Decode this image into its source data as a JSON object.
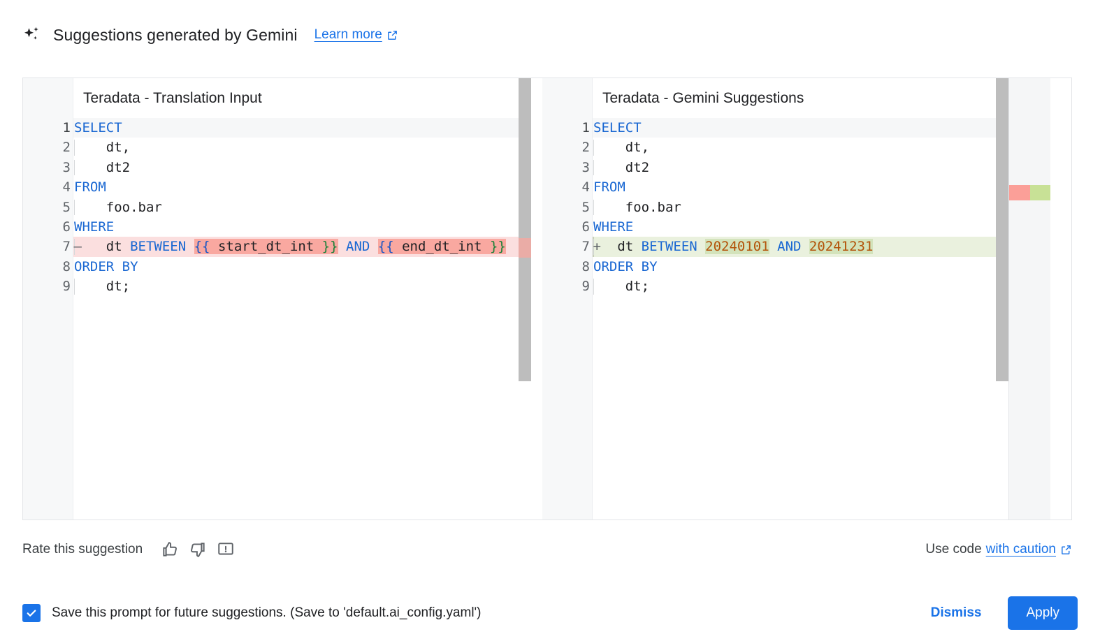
{
  "header": {
    "icon": "sparkle-icon",
    "title": "Suggestions generated by Gemini",
    "learn_more_label": "Learn more",
    "external_icon": "external-link-icon",
    "link_color": "#1a73e8"
  },
  "diff": {
    "left_pane": {
      "title": "Teradata - Translation Input",
      "lines": [
        {
          "n": "1",
          "sign": "",
          "type": "context",
          "tokens": [
            {
              "t": "SELECT",
              "c": "kw"
            }
          ]
        },
        {
          "n": "2",
          "sign": "",
          "type": "context",
          "tokens": [
            {
              "t": "    dt,",
              "c": "plain"
            }
          ]
        },
        {
          "n": "3",
          "sign": "",
          "type": "context",
          "tokens": [
            {
              "t": "    dt2",
              "c": "plain"
            }
          ]
        },
        {
          "n": "4",
          "sign": "",
          "type": "context",
          "tokens": [
            {
              "t": "FROM",
              "c": "kw"
            }
          ]
        },
        {
          "n": "5",
          "sign": "",
          "type": "context",
          "tokens": [
            {
              "t": "    foo.bar",
              "c": "plain"
            }
          ]
        },
        {
          "n": "6",
          "sign": "",
          "type": "context",
          "tokens": [
            {
              "t": "WHERE",
              "c": "kw"
            }
          ]
        },
        {
          "n": "7",
          "sign": "—",
          "type": "del",
          "tokens": [
            {
              "t": "    dt ",
              "c": "plain"
            },
            {
              "t": "BETWEEN",
              "c": "kw"
            },
            {
              "t": " ",
              "c": "plain"
            },
            {
              "t": "{{",
              "c": "brace hl-del"
            },
            {
              "t": " start_dt_int ",
              "c": "plain hl-del"
            },
            {
              "t": "}}",
              "c": "green hl-del"
            },
            {
              "t": " ",
              "c": "plain"
            },
            {
              "t": "AND",
              "c": "kw"
            },
            {
              "t": " ",
              "c": "plain"
            },
            {
              "t": "{{",
              "c": "brace hl-del"
            },
            {
              "t": " end_dt_int ",
              "c": "plain hl-del"
            },
            {
              "t": "}}",
              "c": "green hl-del"
            }
          ]
        },
        {
          "n": "8",
          "sign": "",
          "type": "context",
          "tokens": [
            {
              "t": "ORDER BY",
              "c": "kw"
            }
          ]
        },
        {
          "n": "9",
          "sign": "",
          "type": "context",
          "tokens": [
            {
              "t": "    dt;",
              "c": "plain"
            }
          ]
        }
      ]
    },
    "right_pane": {
      "title": "Teradata - Gemini Suggestions",
      "lines": [
        {
          "n": "1",
          "sign": "",
          "type": "context",
          "tokens": [
            {
              "t": "SELECT",
              "c": "kw"
            }
          ]
        },
        {
          "n": "2",
          "sign": "",
          "type": "context",
          "tokens": [
            {
              "t": "    dt,",
              "c": "plain"
            }
          ]
        },
        {
          "n": "3",
          "sign": "",
          "type": "context",
          "tokens": [
            {
              "t": "    dt2",
              "c": "plain"
            }
          ]
        },
        {
          "n": "4",
          "sign": "",
          "type": "context",
          "tokens": [
            {
              "t": "FROM",
              "c": "kw"
            }
          ]
        },
        {
          "n": "5",
          "sign": "",
          "type": "context",
          "tokens": [
            {
              "t": "    foo.bar",
              "c": "plain"
            }
          ]
        },
        {
          "n": "6",
          "sign": "",
          "type": "context",
          "tokens": [
            {
              "t": "WHERE",
              "c": "kw"
            }
          ]
        },
        {
          "n": "7",
          "sign": "+",
          "type": "add",
          "tokens": [
            {
              "t": "   dt ",
              "c": "plain"
            },
            {
              "t": "BETWEEN",
              "c": "kw"
            },
            {
              "t": " ",
              "c": "plain"
            },
            {
              "t": "20240101",
              "c": "num hl-add"
            },
            {
              "t": " ",
              "c": "plain"
            },
            {
              "t": "AND",
              "c": "kw"
            },
            {
              "t": " ",
              "c": "plain"
            },
            {
              "t": "20241231",
              "c": "num hl-add"
            }
          ]
        },
        {
          "n": "8",
          "sign": "",
          "type": "context",
          "tokens": [
            {
              "t": "ORDER BY",
              "c": "kw"
            }
          ]
        },
        {
          "n": "9",
          "sign": "",
          "type": "context",
          "tokens": [
            {
              "t": "    dt;",
              "c": "plain"
            }
          ]
        }
      ]
    },
    "colors": {
      "deleted_line_bg": "#fbdfdf",
      "deleted_token_bg": "#f9a8a0",
      "added_line_bg": "#eaf1de",
      "added_token_bg": "#d3e3bb",
      "keyword": "#1967d2",
      "number": "#b35309",
      "gutter_bg": "#f7f8f9"
    }
  },
  "rate_row": {
    "label": "Rate this suggestion",
    "thumb_up_icon": "thumb-up-icon",
    "thumb_down_icon": "thumb-down-icon",
    "report_icon": "report-issue-icon",
    "use_code_prefix": "Use code",
    "caution_label": "with caution",
    "external_icon": "external-link-icon"
  },
  "bottom_bar": {
    "checkbox_checked": true,
    "checkbox_label": "Save this prompt for future suggestions. (Save to 'default.ai_config.yaml')",
    "dismiss_label": "Dismiss",
    "apply_label": "Apply",
    "primary_color": "#1a73e8"
  }
}
